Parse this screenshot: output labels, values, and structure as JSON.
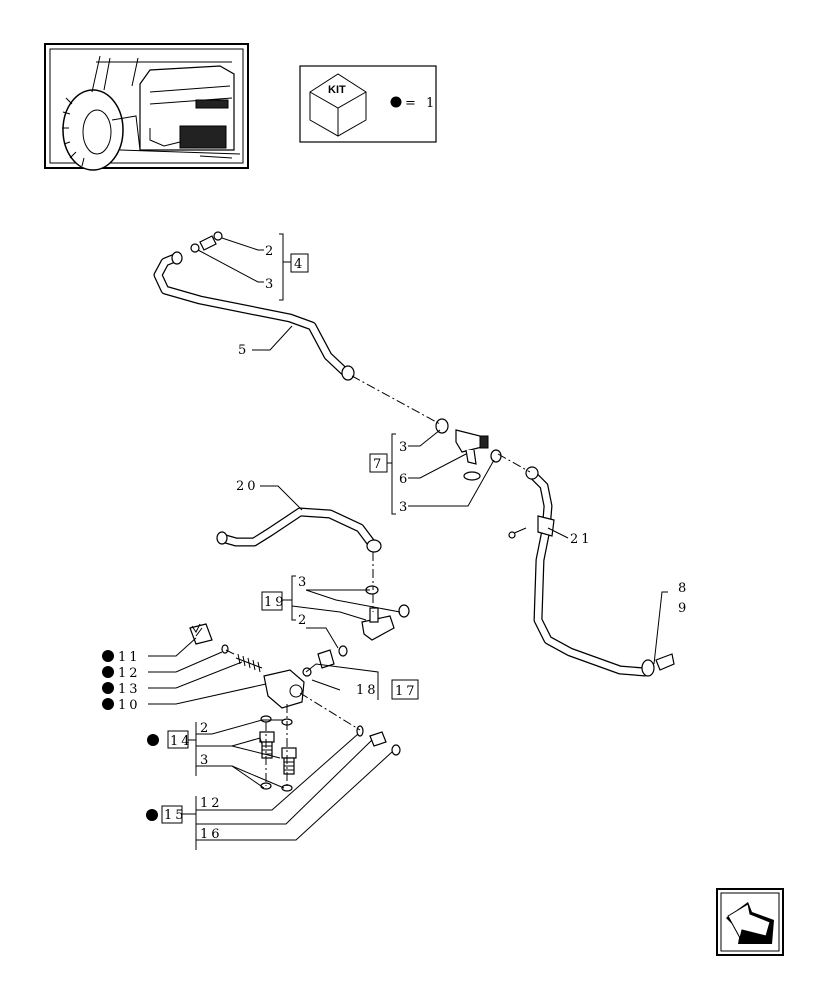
{
  "kit_box": {
    "kit_label": "KIT",
    "legend": "= 1"
  },
  "callouts": {
    "c2a": "2",
    "c3a": "3",
    "g4": "4",
    "c5": "5",
    "c3b": "3",
    "g7": "7",
    "c6": "6",
    "c3c": "3",
    "c20": "20",
    "c21": "21",
    "c8": "8",
    "c9": "9",
    "c3d": "3",
    "g19": "19",
    "c2b": "2",
    "c11": "11",
    "c12a": "12",
    "c13": "13",
    "c10": "10",
    "c18": "18",
    "g17": "17",
    "g14": "14",
    "c2c": "2",
    "c3e": "3",
    "g15": "15",
    "c12b": "12",
    "c16": "16"
  },
  "kit_marked_parts": [
    "11",
    "12",
    "13",
    "10",
    "14",
    "15"
  ]
}
